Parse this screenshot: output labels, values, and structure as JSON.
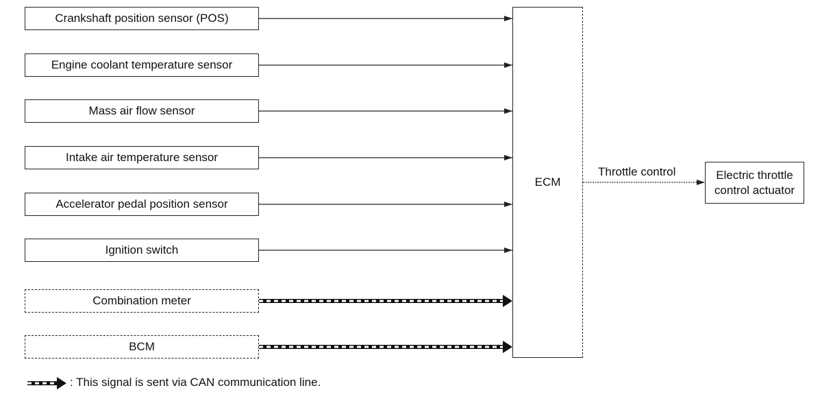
{
  "inputs": [
    {
      "label": "Crankshaft position sensor (POS)",
      "signal": "wire"
    },
    {
      "label": "Engine coolant temperature sensor",
      "signal": "wire"
    },
    {
      "label": "Mass air flow sensor",
      "signal": "wire"
    },
    {
      "label": "Intake air temperature sensor",
      "signal": "wire"
    },
    {
      "label": "Accelerator pedal position sensor",
      "signal": "wire"
    },
    {
      "label": "Ignition switch",
      "signal": "wire"
    },
    {
      "label": "Combination meter",
      "signal": "can"
    },
    {
      "label": "BCM",
      "signal": "can"
    }
  ],
  "ecm": {
    "label": "ECM"
  },
  "output": {
    "signal_label": "Throttle control",
    "actuator_label": "Electric throttle control actuator"
  },
  "legend": {
    "text": ": This signal is sent via CAN communication line."
  },
  "colors": {
    "line": "#222222",
    "background": "#ffffff"
  }
}
